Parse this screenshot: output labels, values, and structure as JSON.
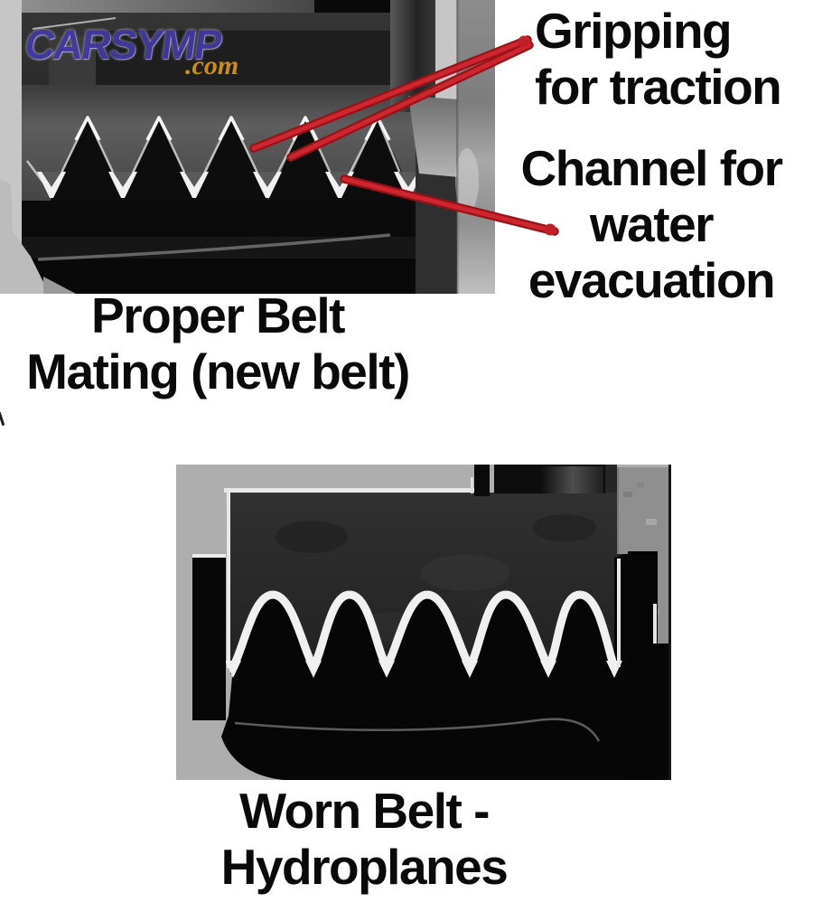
{
  "watermark": {
    "brand": "CARSYMP",
    "suffix": ".com",
    "brand_color": "#433BA7",
    "suffix_color": "#CB8C1D"
  },
  "labels": {
    "gripping": {
      "line1": "Gripping",
      "line2": "for traction"
    },
    "channel": {
      "line1": "Channel for",
      "line2": "water",
      "line3": "evacuation"
    }
  },
  "captions": {
    "top": {
      "line1": "Proper Belt",
      "line2": "Mating (new belt)"
    },
    "bottom": {
      "line1": "Worn Belt -",
      "line2": "Hydroplanes"
    }
  },
  "colors": {
    "text": "#0a0a0a",
    "leader_red": "#C22028",
    "page_bg": "#ffffff"
  }
}
